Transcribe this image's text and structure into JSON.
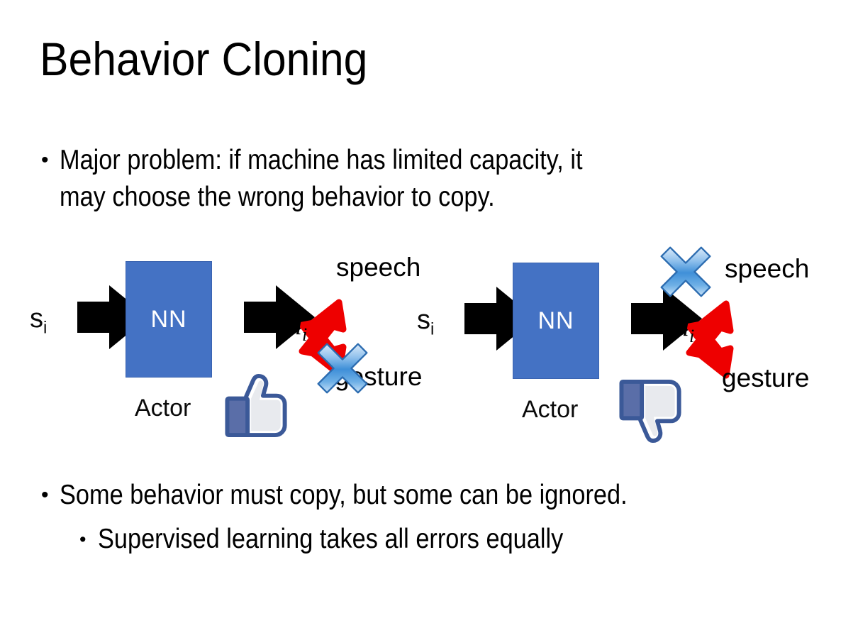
{
  "slide": {
    "title": "Behavior Cloning",
    "background_color": "#FFFFFF",
    "text_color": "#000000"
  },
  "bullets": {
    "top": {
      "marker": "•",
      "text": "Major problem: if machine has limited capacity, it\nmay choose the wrong behavior to copy."
    },
    "bottom_1": {
      "marker": "•",
      "text": "Some behavior must copy, but some can be ignored."
    },
    "bottom_2": {
      "marker": "•",
      "text": "Supervised learning takes all errors equally"
    }
  },
  "colors": {
    "nn_box_fill": "#4472C4",
    "nn_box_border": "#3A63B0",
    "arrow_black": "#000000",
    "arrow_red": "#EE0000",
    "x_blue_light": "#CFE2F7",
    "x_blue_mid": "#4E9BE0",
    "x_blue_dark": "#2E72B8",
    "x_outline": "#2C6CB0",
    "thumb_outline": "#3B5998",
    "thumb_cuff": "#5A6EA8",
    "thumb_fill": "#FFFFFF",
    "thumb_shade": "#E4E6EB"
  },
  "diagram": {
    "panels": [
      {
        "id": "left",
        "input_label": "s",
        "input_subscript": "i",
        "box_label": "NN",
        "box_caption": "Actor",
        "output_label": "â",
        "output_subscript": "i",
        "branches": [
          {
            "name": "speech",
            "label": "speech",
            "crossed_out": false
          },
          {
            "name": "gesture",
            "label": "gesture",
            "crossed_out": true
          }
        ],
        "feedback_icon": "thumbs-up-icon",
        "feedback_sentiment": "positive"
      },
      {
        "id": "right",
        "input_label": "s",
        "input_subscript": "i",
        "box_label": "NN",
        "box_caption": "Actor",
        "output_label": "â",
        "output_subscript": "i",
        "branches": [
          {
            "name": "speech",
            "label": "speech",
            "crossed_out": true
          },
          {
            "name": "gesture",
            "label": "gesture",
            "crossed_out": false
          }
        ],
        "feedback_icon": "thumbs-down-icon",
        "feedback_sentiment": "negative"
      }
    ]
  }
}
